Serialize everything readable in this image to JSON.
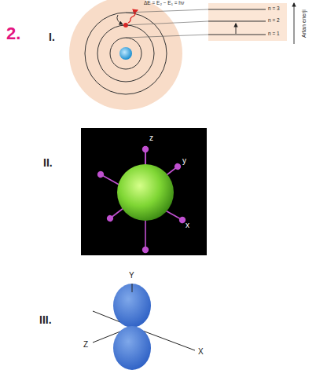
{
  "diagram": {
    "labels": [
      "2.",
      "I.",
      "ΔE = E₂ − E₁ = hν",
      "n = 3",
      "n = 2",
      "n = 1",
      "Artan enerji",
      "II.",
      "z",
      "y",
      "x",
      "III.",
      "Y",
      "X",
      "Z"
    ]
  }
}
